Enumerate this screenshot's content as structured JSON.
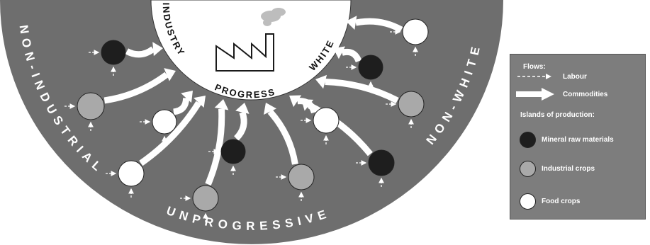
{
  "diagram": {
    "outer_text": {
      "left": "NON-INDUSTRIAL",
      "bottom": "UNPROGRESSIVE",
      "right": "NON-WHITE"
    },
    "inner_text": {
      "left": "INDUSTRY",
      "bottom": "PROGRESS",
      "right": "WHITE"
    },
    "islands": [
      {
        "type": "mineral"
      },
      {
        "type": "industrial"
      },
      {
        "type": "food"
      },
      {
        "type": "food"
      },
      {
        "type": "industrial"
      },
      {
        "type": "mineral"
      },
      {
        "type": "industrial"
      },
      {
        "type": "mineral"
      },
      {
        "type": "food"
      },
      {
        "type": "industrial"
      },
      {
        "type": "mineral"
      },
      {
        "type": "food"
      }
    ],
    "colors": {
      "background_band": "#6e6e6e",
      "center": "#ffffff",
      "mineral": "#1e1e1e",
      "industrial": "#a9a9a9",
      "food": "#ffffff"
    }
  },
  "legend": {
    "flows_heading": "Flows:",
    "labour_label": "Labour",
    "commodities_label": "Commodities",
    "islands_heading": "Islands of production:",
    "mineral_label": "Mineral raw materials",
    "industrial_label": "Industrial crops",
    "food_label": "Food crops"
  }
}
